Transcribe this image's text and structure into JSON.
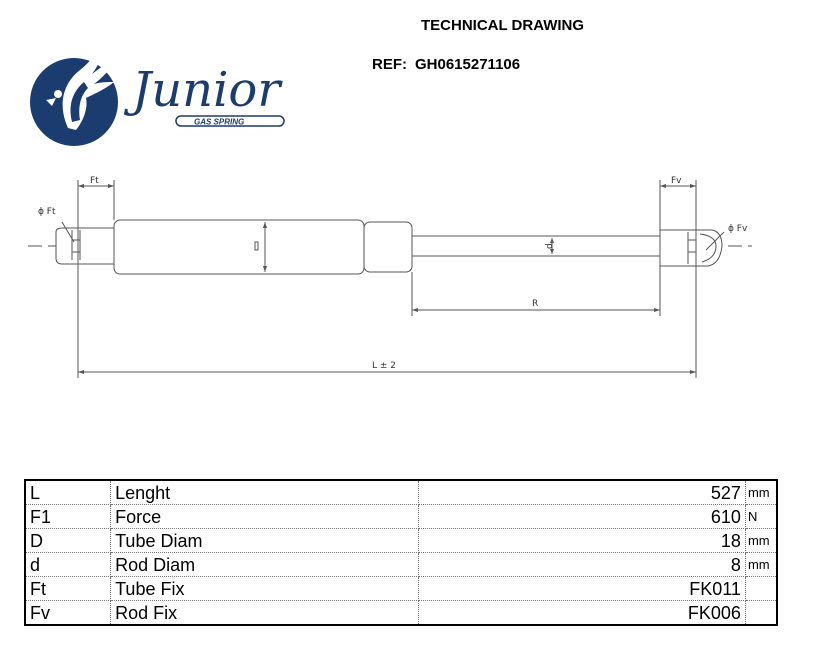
{
  "header": {
    "title": "TECHNICAL DRAWING",
    "ref_label": "REF:",
    "ref_value": "GH0615271106"
  },
  "logo": {
    "brand": "Junior",
    "tagline": "GAS SPRING",
    "brand_color": "#1b3c6e"
  },
  "drawing": {
    "labels": {
      "ft": "Ft",
      "fv": "Fv",
      "phi_ft": "ϕ Ft",
      "phi_fv": "ϕ Fv",
      "d": "d",
      "r": "R",
      "l": "L ± 2"
    }
  },
  "specs": [
    {
      "code": "L",
      "label": "Lenght",
      "value": "527",
      "unit": "mm"
    },
    {
      "code": "F1",
      "label": "Force",
      "value": "610",
      "unit": "N"
    },
    {
      "code": "D",
      "label": "Tube Diam",
      "value": "18",
      "unit": "mm"
    },
    {
      "code": "d",
      "label": "Rod Diam",
      "value": "8",
      "unit": "mm"
    },
    {
      "code": "Ft",
      "label": "Tube Fix",
      "value": "FK011",
      "unit": ""
    },
    {
      "code": "Fv",
      "label": "Rod Fix",
      "value": "FK006",
      "unit": ""
    }
  ]
}
